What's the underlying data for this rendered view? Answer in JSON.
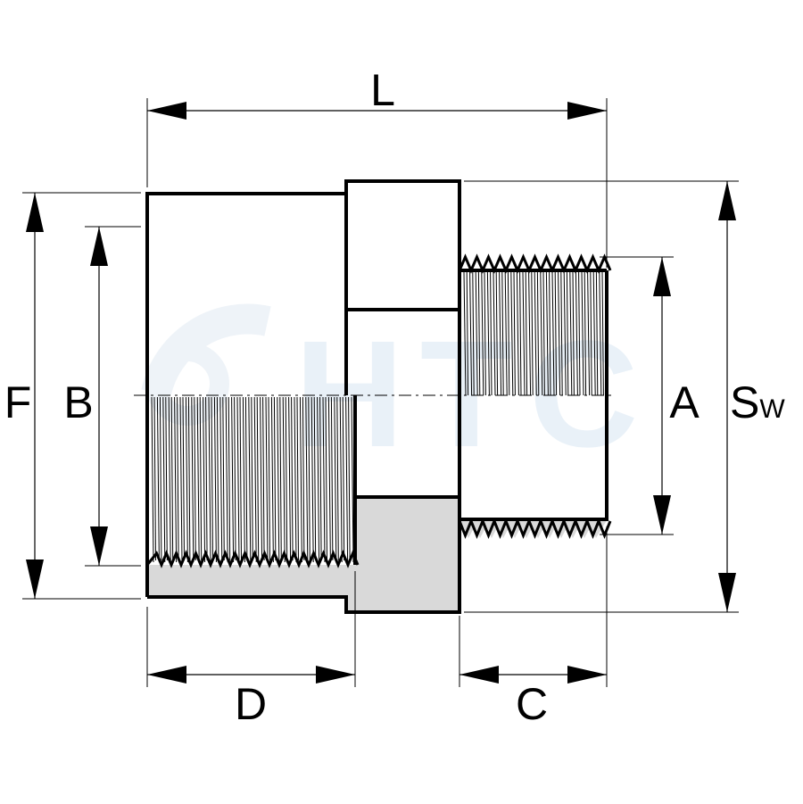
{
  "labels": {
    "L": "L",
    "F": "F",
    "B": "B",
    "A": "A",
    "S": "S",
    "S_sub": "W",
    "D": "D",
    "C": "C"
  },
  "watermark": "HTC",
  "colors": {
    "line": "#000000",
    "fill": "#d9d9d9",
    "watermark": "#e9f1f8",
    "background": "#ffffff"
  }
}
